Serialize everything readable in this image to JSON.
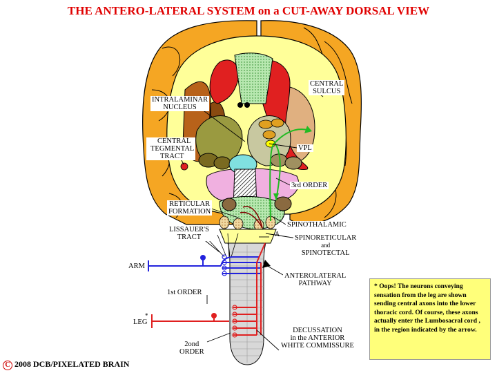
{
  "title": "THE ANTERO-LATERAL SYSTEM on a CUT-AWAY DORSAL VIEW",
  "labels": {
    "intralaminar_1": "INTRALAMINAR",
    "intralaminar_2": "NUCLEUS",
    "central_sulcus_1": "CENTRAL",
    "central_sulcus_2": "SULCUS",
    "central_tegmental_1": "CENTRAL",
    "central_tegmental_2": "TEGMENTAL",
    "central_tegmental_3": "TRACT",
    "vpl": "VPL",
    "third_order": "3rd ORDER",
    "reticular_1": "RETICULAR",
    "reticular_2": "FORMATION",
    "spinothalamic": "SPINOTHALAMIC",
    "spinoreticular_1": "SPINORETICULAR",
    "spinoreticular_2": "and",
    "spinoreticular_3": "SPINOTECTAL",
    "lissauer_1": "LISSAUER'S",
    "lissauer_2": "TRACT",
    "marker_a": "A",
    "arm": "ARM",
    "anterolateral_1": "ANTEROLATERAL",
    "anterolateral_2": "PATHWAY",
    "first_order": "1st ORDER",
    "asterisk": "*",
    "leg": "LEG",
    "decussation_1": "DECUSSATION",
    "decussation_2": "in the ANTERIOR",
    "decussation_3": "WHITE COMMISSURE",
    "second_order_1": "2ond",
    "second_order_2": "ORDER"
  },
  "note": "* Oops!  The neurons conveying sensation from the leg are shown sending central  axons into the  lower thoracic cord.  Of course, these axons actually enter the Lumbosacral cord , in the region indicated by the arrow.",
  "copyright": {
    "symbol": "C",
    "text": "2008  DCB/PIXELATED BRAIN"
  },
  "colors": {
    "title": "#e00000",
    "cortex": "#f5a623",
    "white_matter": "#ffff99",
    "thalamus": "#c8c8a0",
    "caudate": "#e02020",
    "pathway_green": "#22bb22",
    "arm_neuron": "#2222dd",
    "leg_neuron": "#e02020",
    "note_bg": "#ffff7a"
  }
}
